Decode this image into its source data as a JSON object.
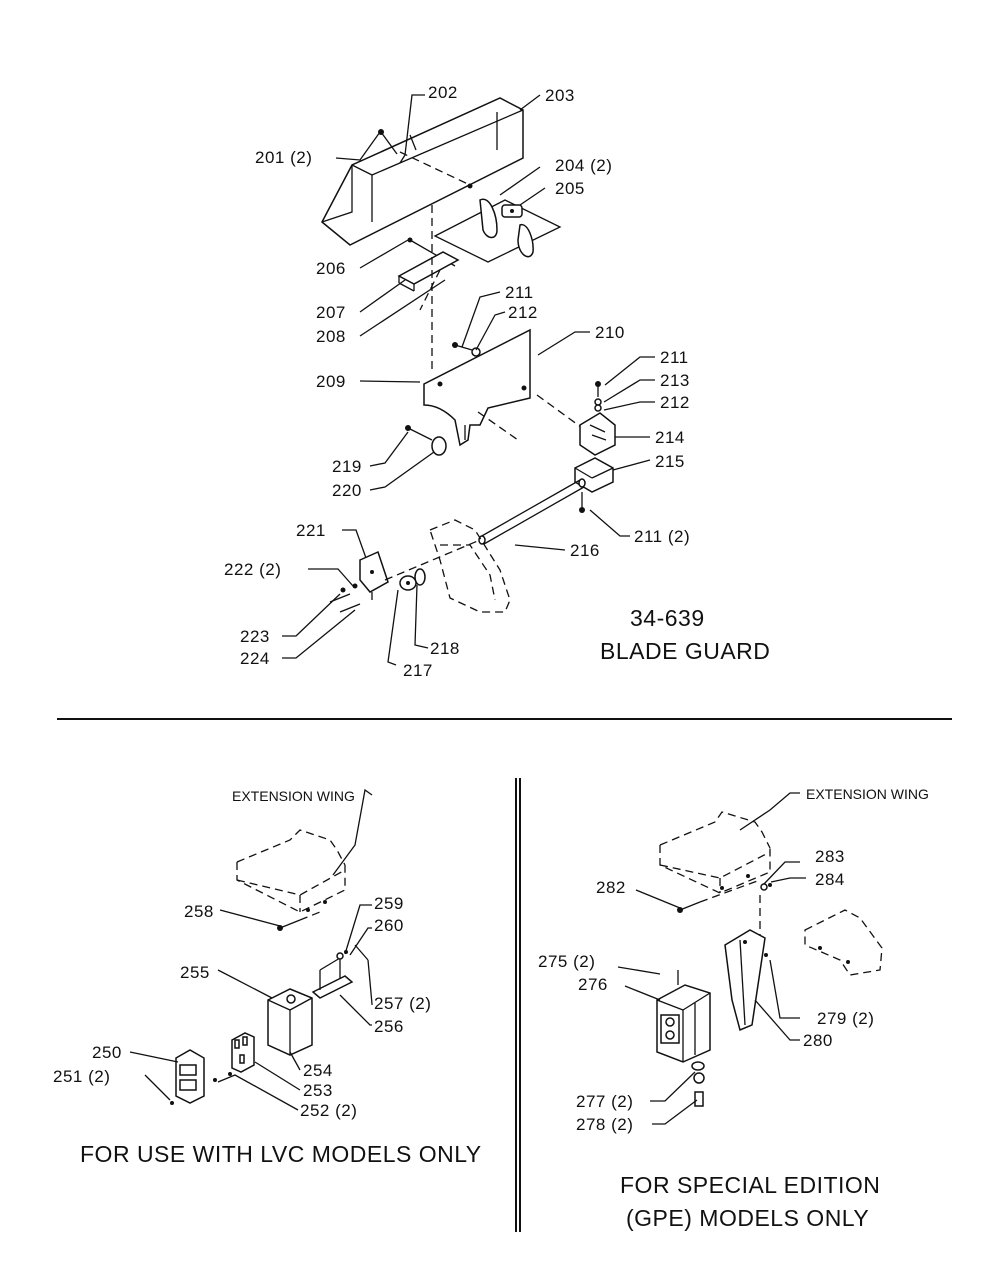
{
  "blade_guard": {
    "model": "34-639",
    "title": "BLADE GUARD",
    "labels": {
      "p201": "201 (2)",
      "p202": "202",
      "p203": "203",
      "p204": "204 (2)",
      "p205": "205",
      "p206": "206",
      "p207": "207",
      "p208": "208",
      "p209": "209",
      "p210": "210",
      "p211a": "211",
      "p212a": "212",
      "p211b": "211",
      "p213": "213",
      "p212b": "212",
      "p214": "214",
      "p215": "215",
      "p211c": "211 (2)",
      "p216": "216",
      "p219": "219",
      "p220": "220",
      "p221": "221",
      "p222": "222 (2)",
      "p223": "223",
      "p224": "224",
      "p217": "217",
      "p218": "218"
    }
  },
  "lvc": {
    "extension_wing": "EXTENSION WING",
    "caption": "FOR USE WITH LVC MODELS ONLY",
    "labels": {
      "p258": "258",
      "p259": "259",
      "p260": "260",
      "p255": "255",
      "p257": "257 (2)",
      "p256": "256",
      "p250": "250",
      "p251": "251 (2)",
      "p254": "254",
      "p253": "253",
      "p252": "252 (2)"
    }
  },
  "gpe": {
    "extension_wing": "EXTENSION WING",
    "caption_line1": "FOR SPECIAL EDITION",
    "caption_line2": "(GPE) MODELS ONLY",
    "labels": {
      "p283": "283",
      "p284": "284",
      "p282": "282",
      "p275": "275 (2)",
      "p276": "276",
      "p279": "279 (2)",
      "p280": "280",
      "p277": "277 (2)",
      "p278": "278 (2)"
    }
  }
}
